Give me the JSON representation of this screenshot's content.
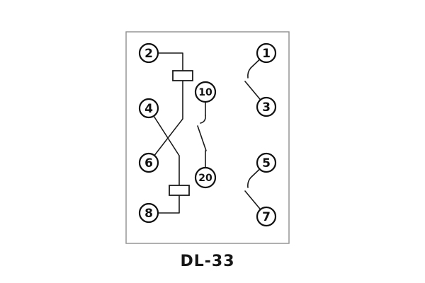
{
  "diagram": {
    "label": "DL-33",
    "left_terminals": [
      "2",
      "4",
      "6",
      "8"
    ],
    "right_terminals": [
      "1",
      "3",
      "5",
      "7"
    ],
    "center_terminals": [
      "10",
      "20"
    ],
    "colors": {
      "line": "#1a1a1a",
      "border": "#8f8f8f",
      "background": "#ffffff"
    }
  }
}
